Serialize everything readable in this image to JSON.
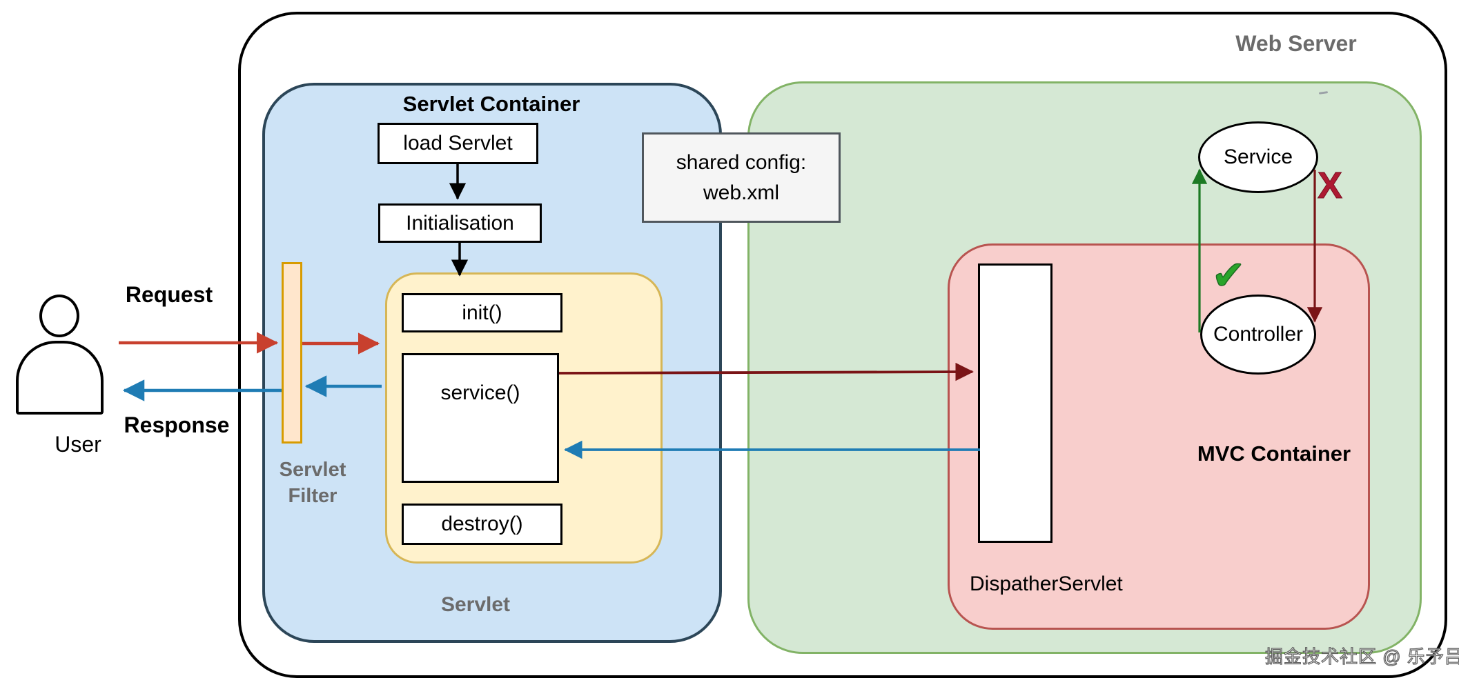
{
  "colors": {
    "request_arrow": "#c8402e",
    "response_arrow": "#1f7cb4",
    "forward_internal_arrow": "#7a1416",
    "controller_to_service_arrow": "#1d7a24",
    "flow_arrow": "#000000",
    "check_green": "#2aa42a",
    "cross_red": "#ad1a32",
    "blue_container_fill": "#cde3f6",
    "blue_container_border": "#2c4658",
    "yellow_fill": "#fff2cc",
    "yellow_border": "#d6b656",
    "filter_fill": "#ffe6cc",
    "filter_border": "#d79b00",
    "green_fill": "#d5e8d4",
    "green_border": "#82b366",
    "pink_fill": "#f8cecc",
    "pink_border": "#b85450",
    "config_fill": "#f5f5f5",
    "config_border": "#50575d",
    "gray_label": "#6b6b6b"
  },
  "web_server": {
    "label": "Web Server"
  },
  "actor": {
    "label": "User",
    "request_label": "Request",
    "response_label": "Response"
  },
  "servlet_container": {
    "title": "Servlet Container",
    "load_servlet_label": "load Servlet",
    "initialisation_label": "Initialisation",
    "servlet": {
      "label": "Servlet",
      "methods": [
        "init()",
        "service()",
        "destroy()"
      ]
    }
  },
  "servlet_filter": {
    "line1": "Servlet",
    "line2": "Filter"
  },
  "shared_config": {
    "line1": "shared config:",
    "line2": "web.xml"
  },
  "mvc_container": {
    "label": "MVC Container",
    "dispatcher_label": "DispatherServlet",
    "service_label": "Service",
    "controller_label": "Controller",
    "check_glyph": "✔",
    "cross_glyph": "X"
  },
  "watermark": {
    "text": "掘金技术社区 @ 乐予吕"
  }
}
